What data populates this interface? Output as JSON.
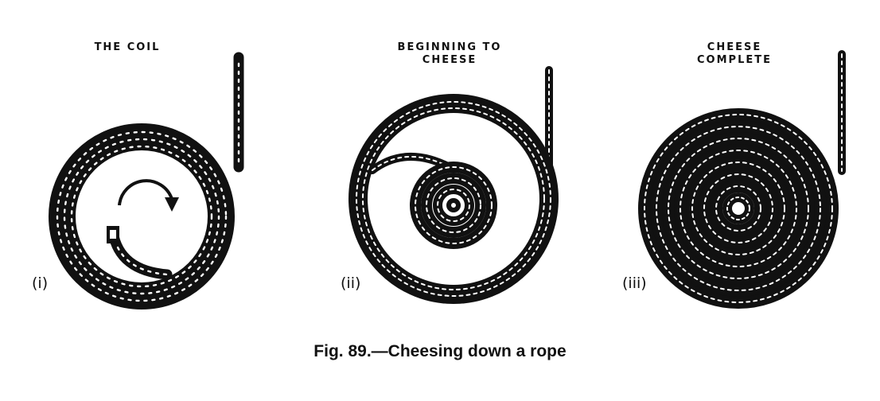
{
  "panels": [
    {
      "heading_lines": [
        "THE COIL"
      ],
      "numeral": "(i)"
    },
    {
      "heading_lines": [
        "BEGINNING TO",
        "CHEESE"
      ],
      "numeral": "(ii)"
    },
    {
      "heading_lines": [
        "CHEESE",
        "COMPLETE"
      ],
      "numeral": "(iii)"
    }
  ],
  "caption": "Fig. 89.—Cheesing down a rope"
}
